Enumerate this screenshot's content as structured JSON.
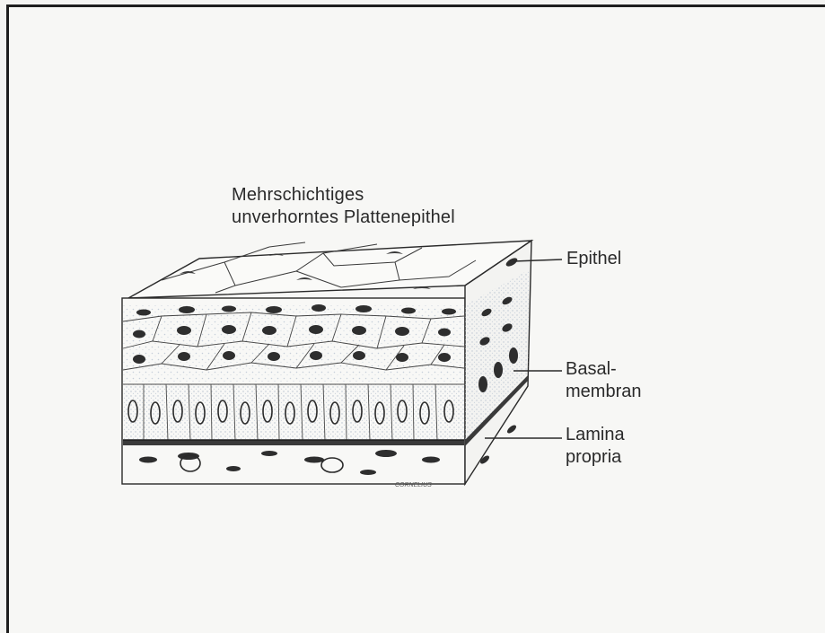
{
  "figure": {
    "title_line1": "Mehrschichtiges",
    "title_line2": "unverhorntes Plattenepithel",
    "labels": {
      "epithel": "Epithel",
      "basal_line1": "Basal-",
      "basal_line2": "membran",
      "lamina_line1": "Lamina",
      "lamina_line2": "propria"
    },
    "artist_signature": "CORNELIUS"
  },
  "colors": {
    "ink": "#2a2a2a",
    "paper": "#f7f7f5",
    "stipple": "#b9c4d2",
    "frame": "#1e1e1e"
  }
}
